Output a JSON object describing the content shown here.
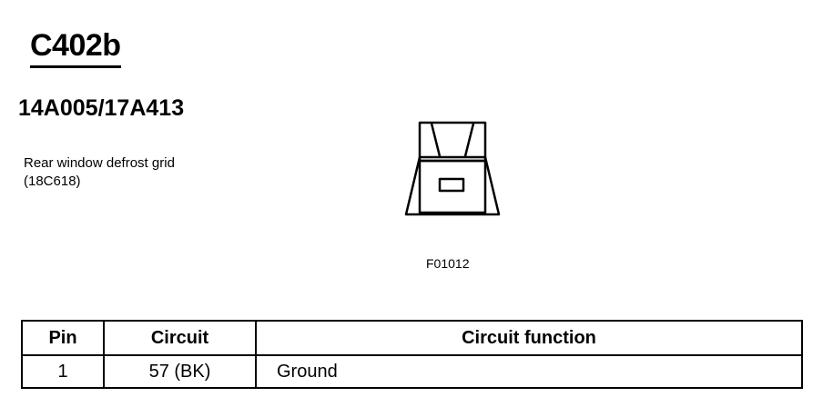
{
  "connector": {
    "id": "C402b",
    "part_number": "14A005/17A413",
    "description": "Rear window defrost grid (18C618)"
  },
  "figure": {
    "code": "F01012"
  },
  "pin_table": {
    "headers": [
      "Pin",
      "Circuit",
      "Circuit function"
    ],
    "rows": [
      [
        "1",
        "57 (BK)",
        "Ground"
      ]
    ]
  }
}
